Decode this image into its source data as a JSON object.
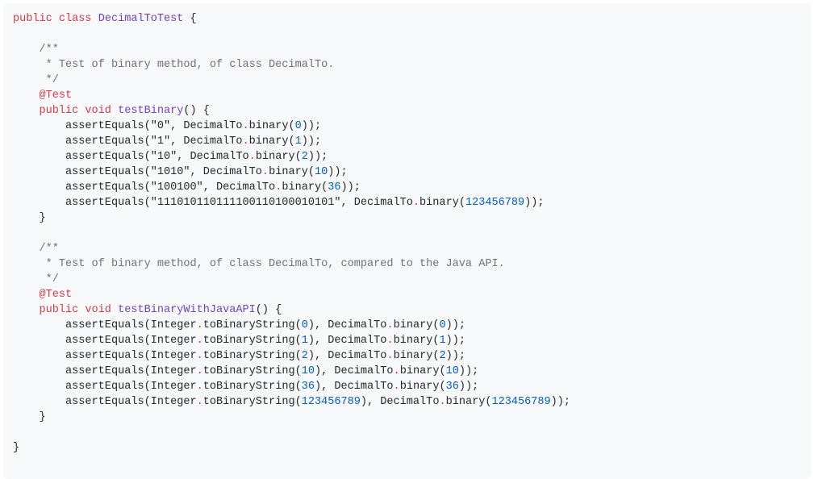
{
  "code": {
    "language": "java",
    "colors": {
      "keyword": "#d73a49",
      "title": "#6f42c1",
      "comment": "#6a737d",
      "number": "#005cc5",
      "plain": "#24292e",
      "background": "#f6f8fa"
    },
    "lines": [
      [
        [
          "k",
          "public class "
        ],
        [
          "t",
          "DecimalToTest"
        ],
        [
          "p",
          " {"
        ]
      ],
      [],
      [
        [
          "c",
          "    /**"
        ]
      ],
      [
        [
          "c",
          "     * Test of binary method, of class DecimalTo."
        ]
      ],
      [
        [
          "c",
          "     */"
        ]
      ],
      [
        [
          "k",
          "    @Test"
        ]
      ],
      [
        [
          "k",
          "    public void "
        ],
        [
          "t",
          "testBinary"
        ],
        [
          "p",
          "() {"
        ]
      ],
      [
        [
          "p",
          "        assertEquals(\"0\", DecimalTo"
        ],
        [
          "o",
          "."
        ],
        [
          "p",
          "binary("
        ],
        [
          "n",
          "0"
        ],
        [
          "p",
          "));"
        ]
      ],
      [
        [
          "p",
          "        assertEquals(\"1\", DecimalTo"
        ],
        [
          "o",
          "."
        ],
        [
          "p",
          "binary("
        ],
        [
          "n",
          "1"
        ],
        [
          "p",
          "));"
        ]
      ],
      [
        [
          "p",
          "        assertEquals(\"10\", DecimalTo"
        ],
        [
          "o",
          "."
        ],
        [
          "p",
          "binary("
        ],
        [
          "n",
          "2"
        ],
        [
          "p",
          "));"
        ]
      ],
      [
        [
          "p",
          "        assertEquals(\"1010\", DecimalTo"
        ],
        [
          "o",
          "."
        ],
        [
          "p",
          "binary("
        ],
        [
          "n",
          "10"
        ],
        [
          "p",
          "));"
        ]
      ],
      [
        [
          "p",
          "        assertEquals(\"100100\", DecimalTo"
        ],
        [
          "o",
          "."
        ],
        [
          "p",
          "binary("
        ],
        [
          "n",
          "36"
        ],
        [
          "p",
          "));"
        ]
      ],
      [
        [
          "p",
          "        assertEquals(\"111010110111100110100010101\", DecimalTo"
        ],
        [
          "o",
          "."
        ],
        [
          "p",
          "binary("
        ],
        [
          "n",
          "123456789"
        ],
        [
          "p",
          "));"
        ]
      ],
      [
        [
          "p",
          "    }"
        ]
      ],
      [],
      [
        [
          "c",
          "    /**"
        ]
      ],
      [
        [
          "c",
          "     * Test of binary method, of class DecimalTo, compared to the Java API."
        ]
      ],
      [
        [
          "c",
          "     */"
        ]
      ],
      [
        [
          "k",
          "    @Test"
        ]
      ],
      [
        [
          "k",
          "    public void "
        ],
        [
          "t",
          "testBinaryWithJavaAPI"
        ],
        [
          "p",
          "() {"
        ]
      ],
      [
        [
          "p",
          "        assertEquals(Integer"
        ],
        [
          "o",
          "."
        ],
        [
          "p",
          "toBinaryString("
        ],
        [
          "n",
          "0"
        ],
        [
          "p",
          "), DecimalTo"
        ],
        [
          "o",
          "."
        ],
        [
          "p",
          "binary("
        ],
        [
          "n",
          "0"
        ],
        [
          "p",
          "));"
        ]
      ],
      [
        [
          "p",
          "        assertEquals(Integer"
        ],
        [
          "o",
          "."
        ],
        [
          "p",
          "toBinaryString("
        ],
        [
          "n",
          "1"
        ],
        [
          "p",
          "), DecimalTo"
        ],
        [
          "o",
          "."
        ],
        [
          "p",
          "binary("
        ],
        [
          "n",
          "1"
        ],
        [
          "p",
          "));"
        ]
      ],
      [
        [
          "p",
          "        assertEquals(Integer"
        ],
        [
          "o",
          "."
        ],
        [
          "p",
          "toBinaryString("
        ],
        [
          "n",
          "2"
        ],
        [
          "p",
          "), DecimalTo"
        ],
        [
          "o",
          "."
        ],
        [
          "p",
          "binary("
        ],
        [
          "n",
          "2"
        ],
        [
          "p",
          "));"
        ]
      ],
      [
        [
          "p",
          "        assertEquals(Integer"
        ],
        [
          "o",
          "."
        ],
        [
          "p",
          "toBinaryString("
        ],
        [
          "n",
          "10"
        ],
        [
          "p",
          "), DecimalTo"
        ],
        [
          "o",
          "."
        ],
        [
          "p",
          "binary("
        ],
        [
          "n",
          "10"
        ],
        [
          "p",
          "));"
        ]
      ],
      [
        [
          "p",
          "        assertEquals(Integer"
        ],
        [
          "o",
          "."
        ],
        [
          "p",
          "toBinaryString("
        ],
        [
          "n",
          "36"
        ],
        [
          "p",
          "), DecimalTo"
        ],
        [
          "o",
          "."
        ],
        [
          "p",
          "binary("
        ],
        [
          "n",
          "36"
        ],
        [
          "p",
          "));"
        ]
      ],
      [
        [
          "p",
          "        assertEquals(Integer"
        ],
        [
          "o",
          "."
        ],
        [
          "p",
          "toBinaryString("
        ],
        [
          "n",
          "123456789"
        ],
        [
          "p",
          "), DecimalTo"
        ],
        [
          "o",
          "."
        ],
        [
          "p",
          "binary("
        ],
        [
          "n",
          "123456789"
        ],
        [
          "p",
          "));"
        ]
      ],
      [
        [
          "p",
          "    }"
        ]
      ],
      [],
      [
        [
          "p",
          "}"
        ]
      ]
    ]
  }
}
